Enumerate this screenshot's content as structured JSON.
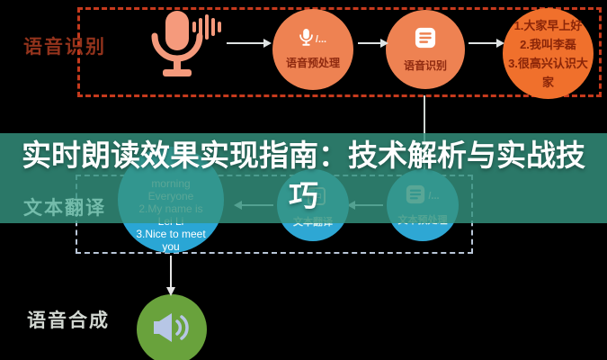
{
  "title": {
    "text": "实时朗读效果实现指南：技术解析与实战技巧",
    "lines": [
      "实时朗读效果实现指南：技术解析与实战技",
      "巧"
    ]
  },
  "section_labels": {
    "speech_recognition": "语音识别",
    "text_translation": "文本翻译",
    "speech_synthesis": "语音合成"
  },
  "speech_recognition_flow": {
    "preprocess": {
      "label": "语音预处理",
      "suffix": "/..."
    },
    "recognize": {
      "label": "语音识别"
    },
    "result_lines": [
      "1.大家早上好",
      "2.我叫李磊",
      "3.很高兴认识大家"
    ]
  },
  "text_translation_flow": {
    "english_lines": [
      "morning",
      "Everyone",
      "2.My name is",
      "Lei Li",
      "3.Nice to meet",
      "you"
    ],
    "translate": {
      "label": "文本翻译",
      "icon_char": "中"
    },
    "preprocess": {
      "label": "文本预处理",
      "suffix": "/..."
    }
  },
  "colors": {
    "background": "#000000",
    "speech_box_dash": "#c63a1d",
    "orange_node": "#ee8252",
    "orange_node_large": "#f0702c",
    "orange_node_text": "#8f2a10",
    "banner_teal": "#2f8a77",
    "title_text": "#ffffff",
    "translation_box_dash": "#b9c6d8",
    "blue_node": "#2aa6d5",
    "green_node": "#69a23c",
    "speaker_icon": "#b7c6e6",
    "mic_icon": "#f59a7c",
    "arrow": "#dfe3e3"
  }
}
